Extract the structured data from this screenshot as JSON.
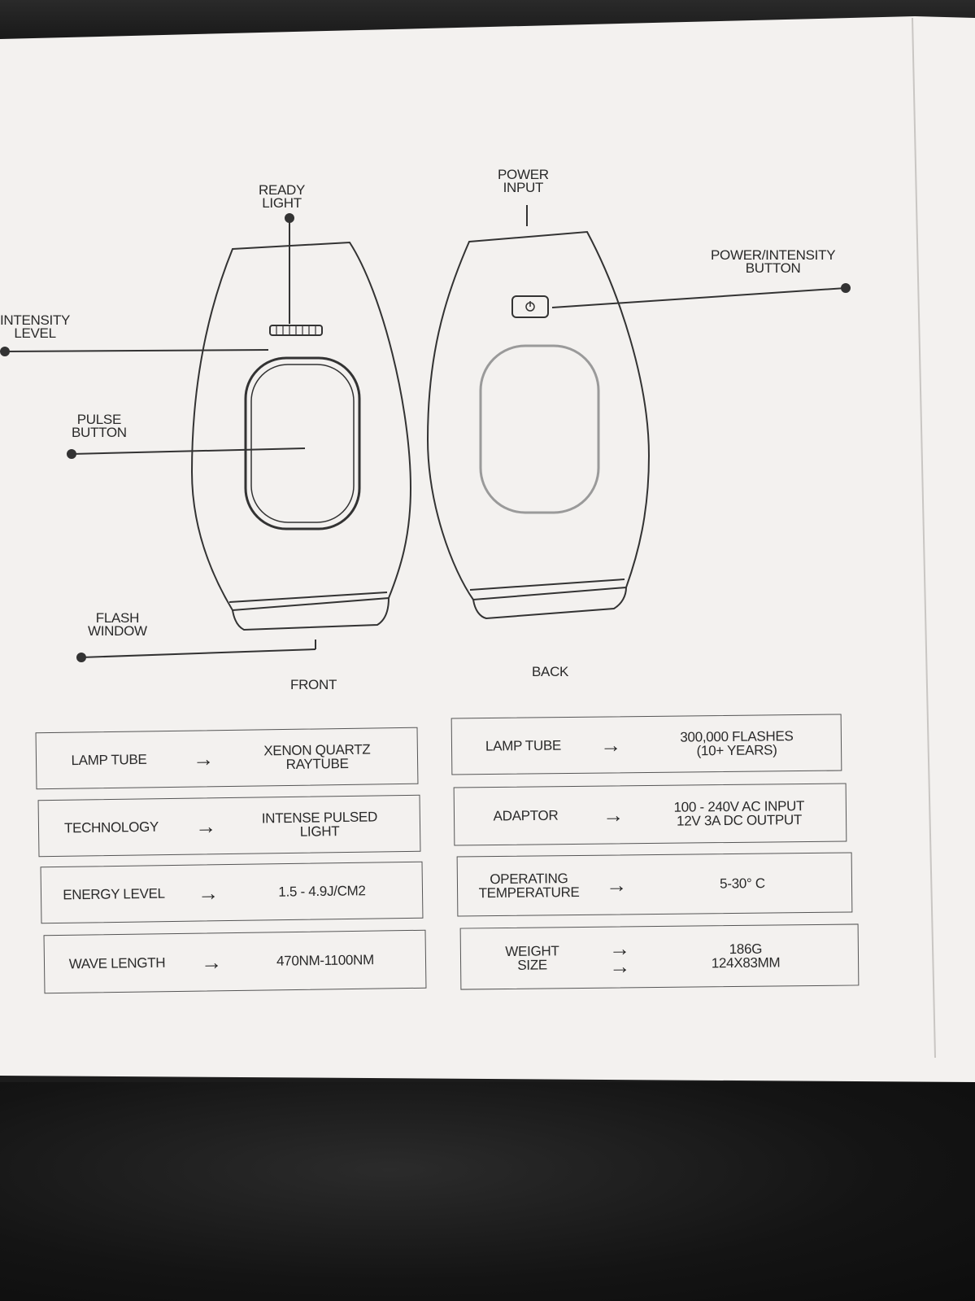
{
  "diagram": {
    "labels": {
      "ready_light": "READY\nLIGHT",
      "power_input": "POWER\nINPUT",
      "power_intensity_button": "POWER/INTENSITY\nBUTTON",
      "intensity_level": "INTENSITY\nLEVEL",
      "pulse_button": "PULSE\nBUTTON",
      "flash_window": "FLASH\nWINDOW"
    },
    "views": {
      "front": "FRONT",
      "back": "BACK"
    }
  },
  "specs_left": [
    {
      "key": "LAMP TUBE",
      "arrow": "→",
      "value": "XENON QUARTZ\nRAYTUBE"
    },
    {
      "key": "TECHNOLOGY",
      "arrow": "→",
      "value": "INTENSE PULSED\nLIGHT"
    },
    {
      "key": "ENERGY LEVEL",
      "arrow": "→",
      "value": "1.5 - 4.9J/CM2"
    },
    {
      "key": "WAVE LENGTH",
      "arrow": "→",
      "value": "470NM-1100NM"
    }
  ],
  "specs_right": [
    {
      "key": "LAMP TUBE",
      "arrow": "→",
      "value": "300,000 FLASHES\n(10+ YEARS)"
    },
    {
      "key": "ADAPTOR",
      "arrow": "→",
      "value": "100 - 240V AC INPUT\n12V 3A DC OUTPUT"
    },
    {
      "key": "OPERATING\nTEMPERATURE",
      "arrow": "→",
      "value": "5-30° C"
    },
    {
      "key": "WEIGHT\nSIZE",
      "arrow": "→\n→",
      "value": "186G\n124X83MM"
    }
  ],
  "colors": {
    "paper": "#f3f1ef",
    "ink": "#2a2a2a",
    "window_outline": "#9a9a9a"
  }
}
